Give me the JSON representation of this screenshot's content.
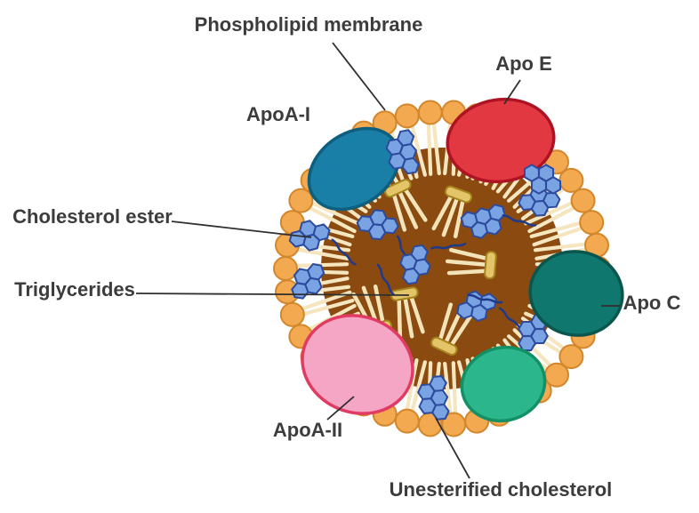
{
  "diagram": {
    "labels": {
      "phospholipid_membrane": "Phospholipid membrane",
      "apo_e": "Apo E",
      "apoa1": "ApoA-I",
      "cholesterol_ester": "Cholesterol ester",
      "triglycerides": "Triglycerides",
      "apo_c": "Apo C",
      "apoa2": "ApoA-II",
      "unesterified_cholesterol": "Unesterified cholesterol"
    },
    "colors": {
      "background": "#ffffff",
      "label_text": "#3c3c3c",
      "pointer_line": "#2f2f2f",
      "core_fill": "#8a4a10",
      "head_fill": "#f3a94f",
      "head_stroke": "#d3872c",
      "tail_stroke": "#f5e6bf",
      "sterol_fill": "#7aa3e3",
      "sterol_stroke": "#2c4b9e",
      "sterol_chain": "#1e3a8a",
      "tg_tail": "#f2e4b8",
      "tg_cap_fill": "#e3c468",
      "tg_cap_stroke": "#a5821c",
      "apoa1_fill": "#1a7fa6",
      "apoa1_stroke": "#0e5e7e",
      "apoe_fill": "#e23842",
      "apoe_stroke": "#ad1322",
      "apoc_fill": "#10776e",
      "apoc_stroke": "#0a564f",
      "apoa2_fill": "#f4a6c4",
      "apoa2_stroke": "#e13a63",
      "apo_green_fill": "#2cb68c",
      "apo_green_stroke": "#149066"
    }
  }
}
